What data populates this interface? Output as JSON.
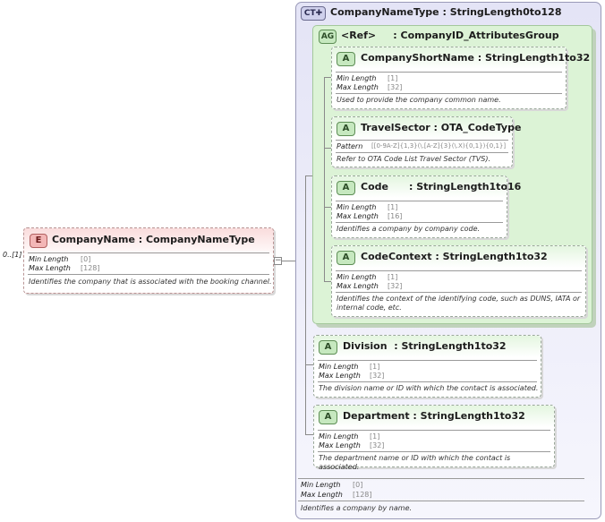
{
  "root_element": {
    "badge": "E",
    "name": "CompanyName",
    "type": "CompanyNameType",
    "multiplicity": "0..[1]",
    "props": [
      {
        "label": "Min Length",
        "value": "[0]"
      },
      {
        "label": "Max Length",
        "value": "[128]"
      }
    ],
    "doc": "Identifies the company that is associated with the booking channel.",
    "collapse_glyph": "−"
  },
  "complex_type": {
    "badge": "CT",
    "name": "CompanyNameType",
    "type": "StringLength0to128",
    "props": [
      {
        "label": "Min Length",
        "value": "[0]"
      },
      {
        "label": "Max Length",
        "value": "[128]"
      }
    ],
    "doc": "Identifies a company by name."
  },
  "attribute_group": {
    "badge": "AG",
    "name": "<Ref>",
    "type": "CompanyID_AttributesGroup"
  },
  "group_attributes": [
    {
      "badge": "A",
      "name": "CompanyShortName",
      "type": "StringLength1to32",
      "props": [
        {
          "label": "Min Length",
          "value": "[1]"
        },
        {
          "label": "Max Length",
          "value": "[32]"
        }
      ],
      "doc": "Used to provide the company common name."
    },
    {
      "badge": "A",
      "name": "TravelSector",
      "type": "OTA_CodeType",
      "props": [
        {
          "label": "Pattern",
          "value": "[[0-9A-Z]{1,3}(\\.[A-Z]{3}(\\.X){0,1}){0,1}]"
        }
      ],
      "doc": "Refer to OTA Code List Travel Sector (TVS)."
    },
    {
      "badge": "A",
      "name": "Code",
      "type": "StringLength1to16",
      "props": [
        {
          "label": "Min Length",
          "value": "[1]"
        },
        {
          "label": "Max Length",
          "value": "[16]"
        }
      ],
      "doc": "Identifies a company by company code."
    },
    {
      "badge": "A",
      "name": "CodeContext",
      "type": "StringLength1to32",
      "props": [
        {
          "label": "Min Length",
          "value": "[1]"
        },
        {
          "label": "Max Length",
          "value": "[32]"
        }
      ],
      "doc": "Identifies the context of the identifying code, such as DUNS, IATA or internal code, etc."
    }
  ],
  "type_attributes": [
    {
      "badge": "A",
      "name": "Division",
      "type": "StringLength1to32",
      "props": [
        {
          "label": "Min Length",
          "value": "[1]"
        },
        {
          "label": "Max Length",
          "value": "[32]"
        }
      ],
      "doc": "The division name or ID with which the contact is associated."
    },
    {
      "badge": "A",
      "name": "Department",
      "type": "StringLength1to32",
      "props": [
        {
          "label": "Min Length",
          "value": "[1]"
        },
        {
          "label": "Max Length",
          "value": "[32]"
        }
      ],
      "doc": "The department name or ID with which the contact is associated."
    }
  ],
  "colors": {
    "element_fill": "#fadcdc",
    "attribute_fill": "#e4f6e0",
    "group_fill": "#dcf3d6",
    "complex_type_fill": "#e4e4f6"
  }
}
